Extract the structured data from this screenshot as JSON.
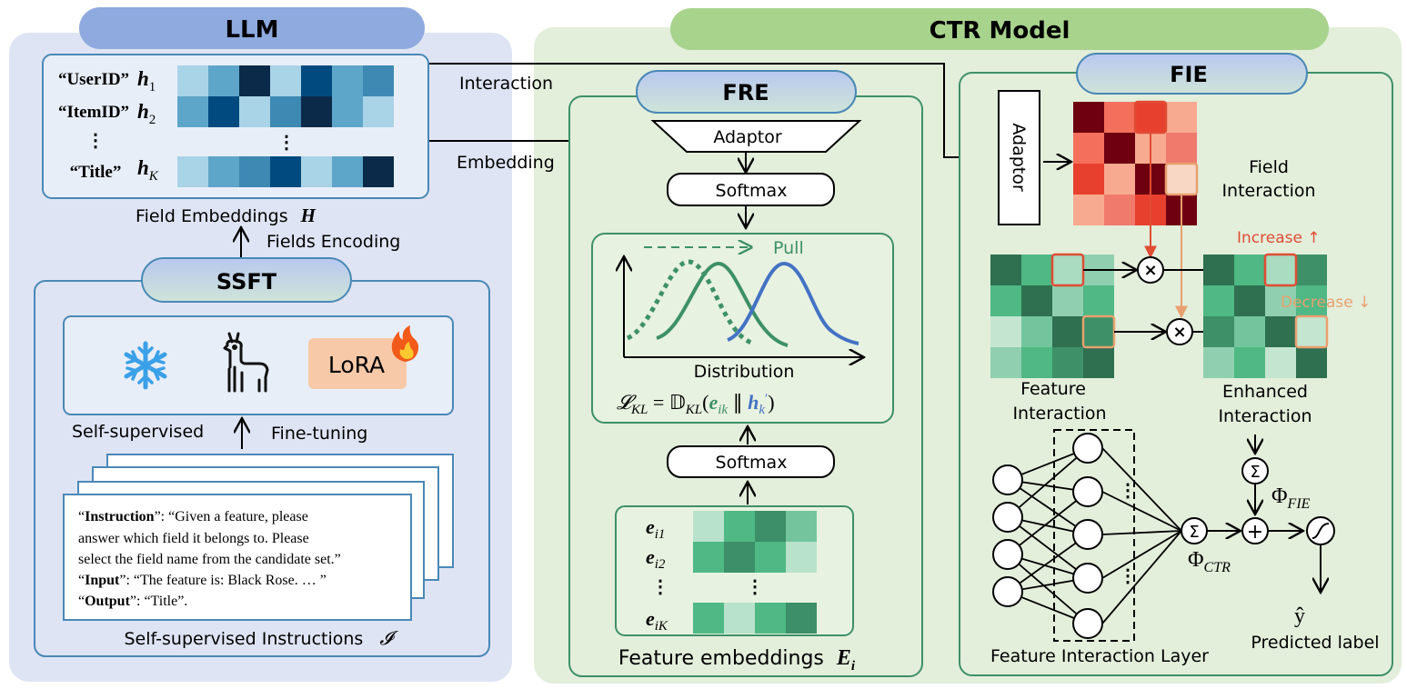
{
  "colors": {
    "llm_bg": "#dfe4f4",
    "llm_header": "#8eaade",
    "ctr_bg": "#e3eedb",
    "ctr_header": "#a8d38c",
    "box_border": "#4a88b6",
    "green_border": "#3e9068",
    "red": "#e04c34",
    "orange": "#e8a070",
    "blue_curve": "#4472c4",
    "green_curve": "#3e9068",
    "lora_bg": "#f8c9a8"
  },
  "llm": {
    "title": "LLM",
    "field_labels": [
      "“UserID”",
      "“ItemID”",
      "⋮",
      "“Title”"
    ],
    "field_vars": [
      "h",
      "h",
      "h"
    ],
    "field_subs": [
      "1",
      "2",
      "K"
    ],
    "vdots": "⋮",
    "embeddings_caption": "Field Embeddings",
    "embeddings_symbol": "H",
    "fields_encoding": "Fields Encoding",
    "heat_rows": [
      [
        "#a9d3e6",
        "#5ea6c9",
        "#0b2a4a",
        "#a9d3e6",
        "#004a80",
        "#5ea6c9",
        "#3d89b4"
      ],
      [
        "#5ea6c9",
        "#004a80",
        "#a9d3e6",
        "#3d89b4",
        "#0b2a4a",
        "#5ea6c9",
        "#a9d3e6"
      ],
      [
        "#a9d3e6",
        "#5ea6c9",
        "#3d89b4",
        "#004a80",
        "#a9d3e6",
        "#5ea6c9",
        "#0b2a4a"
      ]
    ]
  },
  "ssft": {
    "title": "SSFT",
    "snowflake_icon": "snowflake-icon",
    "llama_icon": "llama-icon",
    "lora_label": "LoRA",
    "fire_icon": "fire-icon",
    "self_supervised": "Self-supervised",
    "fine_tuning": "Fine-tuning",
    "instruction_lines": [
      {
        "bold": "Instruction",
        "rest": "”: “Given a feature, please"
      },
      {
        "bold": "",
        "rest": "answer which field it belongs to. Please"
      },
      {
        "bold": "",
        "rest": "select the field name from the candidate set.”"
      },
      {
        "bold": "Input",
        "rest": "”: “The feature is: Black Rose. … ”"
      },
      {
        "bold": "Output",
        "rest": "”: “Title”."
      }
    ],
    "open_quote": "“",
    "instructions_caption": "Self-supervised Instructions",
    "instructions_symbol": "𝓘"
  },
  "arrows": {
    "interaction": "Interaction",
    "embedding": "Embedding"
  },
  "ctr": {
    "title": "CTR Model"
  },
  "fre": {
    "title": "FRE",
    "adaptor": "Adaptor",
    "softmax_top": "Softmax",
    "softmax_bottom": "Softmax",
    "pull": "Pull",
    "distribution": "Distribution",
    "kl_formula_lhs": "𝓛",
    "kl_sub": "KL",
    "kl_eq": " = 𝔻",
    "kl_arg_open": "(",
    "kl_e": "e",
    "kl_e_sub": "ik",
    "kl_sep": " ∥ ",
    "kl_h": "h",
    "kl_h_sub": "k",
    "kl_prime": "′",
    "kl_close": ")",
    "emb_vars": [
      "e",
      "e",
      "e"
    ],
    "emb_subs": [
      "i1",
      "i2",
      "iK"
    ],
    "feature_caption": "Feature embeddings",
    "feature_symbol": "E",
    "feature_sub": "i",
    "emb_rows": [
      [
        "#b9e2cc",
        "#4fb884",
        "#3c8f68",
        "#74c59d"
      ],
      [
        "#4fb884",
        "#3c8f68",
        "#4fb884",
        "#b9e2cc"
      ],
      [
        "#4fb884",
        "#b9e2cc",
        "#4fb884",
        "#3c8f68"
      ]
    ]
  },
  "fie": {
    "title": "FIE",
    "adaptor": "Adaptor",
    "field_interaction": [
      "Field",
      "Interaction"
    ],
    "feature_interaction": [
      "Feature",
      "Interaction"
    ],
    "enhanced_interaction": [
      "Enhanced",
      "Interaction"
    ],
    "increase": "Increase ↑",
    "decrease": "Decrease ↓",
    "times": "×",
    "sum": "Σ",
    "plus": "+",
    "phi": "Φ",
    "phi_fie_sub": "FIE",
    "phi_ctr_sub": "CTR",
    "layer_caption": "Feature Interaction Layer",
    "y_hat": "ŷ",
    "predicted": "Predicted label",
    "red_matrix": [
      [
        "#6e0010",
        "#f4705c",
        "#e8402e",
        "#f8aa90"
      ],
      [
        "#f4705c",
        "#6e0010",
        "#f8aa90",
        "#f07a6c"
      ],
      [
        "#e8402e",
        "#f8aa90",
        "#6e0010",
        "#f8d8c4"
      ],
      [
        "#f8aa90",
        "#f07a6c",
        "#e8402e",
        "#6e0010"
      ]
    ],
    "green_matrix": [
      [
        "#2e7050",
        "#4fb884",
        "#a9dcc0",
        "#90d0b0"
      ],
      [
        "#4fb884",
        "#2e7050",
        "#90d0b0",
        "#4fb884"
      ],
      [
        "#c4e6d0",
        "#74c59d",
        "#2e7050",
        "#3e9068"
      ],
      [
        "#90d0b0",
        "#4fb884",
        "#3e9068",
        "#2e7050"
      ]
    ],
    "enhanced_matrix": [
      [
        "#2e7050",
        "#4fb884",
        "#a9dcc0",
        "#3e9068"
      ],
      [
        "#4fb884",
        "#2e7050",
        "#90d0b0",
        "#4fb884"
      ],
      [
        "#3e9068",
        "#74c59d",
        "#2e7050",
        "#c4e6d0"
      ],
      [
        "#90d0b0",
        "#4fb884",
        "#c4e6d0",
        "#2e7050"
      ]
    ]
  }
}
